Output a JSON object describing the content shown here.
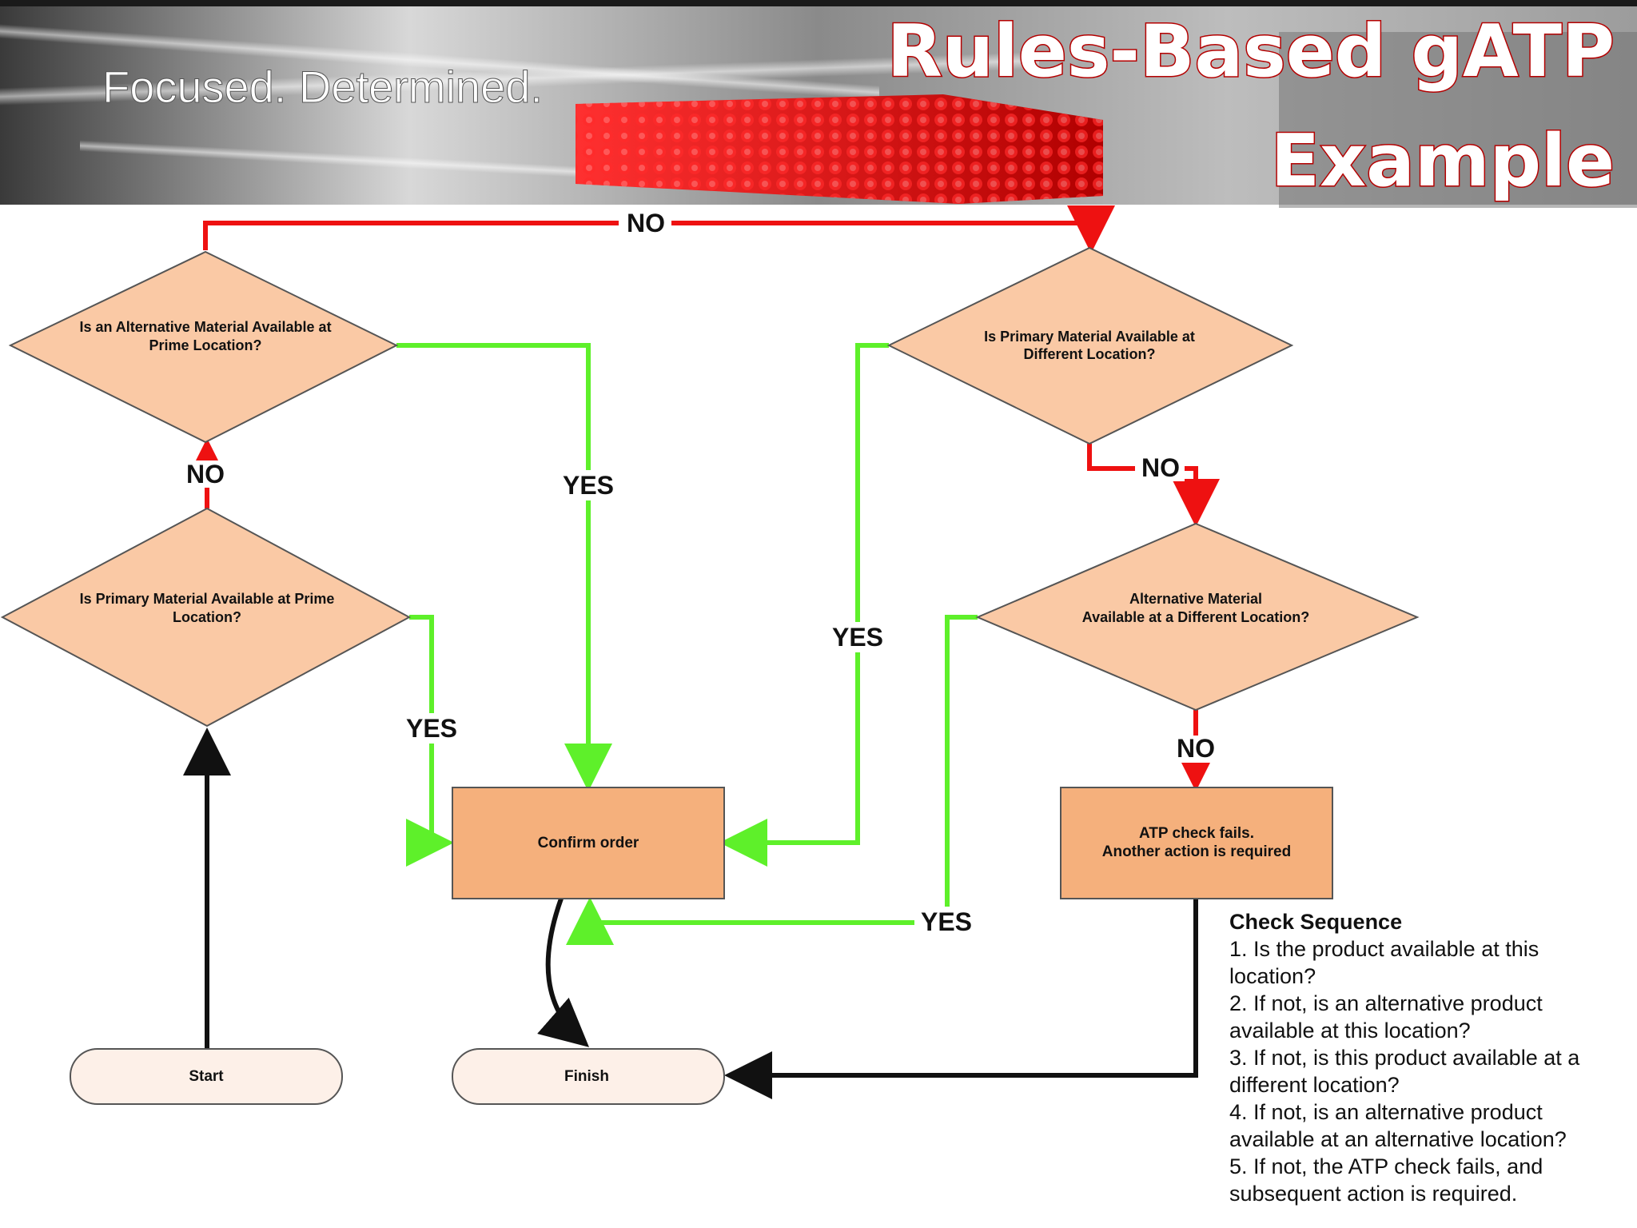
{
  "banner": {
    "slogan": "Focused. Determined.",
    "title_line1": "Rules-Based gATP",
    "title_line2": "Example"
  },
  "nodes": {
    "alt_prime": {
      "line1": "Is an Alternative Material Available at",
      "line2": "Prime Location?"
    },
    "primary_prime": {
      "line1": "Is Primary Material Available at Prime",
      "line2": "Location?"
    },
    "primary_diff": {
      "line1": "Is Primary Material Available at",
      "line2": "Different Location?"
    },
    "alt_diff": {
      "line1": "Alternative Material",
      "line2": "Available at a Different Location?"
    },
    "confirm": "Confirm order",
    "fail": {
      "line1": "ATP check fails.",
      "line2": "Another action is required"
    },
    "start": "Start",
    "finish": "Finish"
  },
  "edges": {
    "yes": "YES",
    "no": "NO"
  },
  "colors": {
    "diamond_fill": "#fac9a5",
    "process_fill": "#f5b07c",
    "terminal_fill": "#fdf0e8",
    "yes_line": "#5ef02a",
    "no_line": "#ee1111",
    "flow_line": "#111111"
  },
  "check_sequence": {
    "title": "Check Sequence",
    "items": [
      "1. Is the product available at this location?",
      "2. If not, is an alternative product available at this location?",
      "3. If not, is this product available at a different location?",
      "4. If not, is an alternative product available at an alternative location?",
      "5. If not, the ATP check fails, and subsequent action is required."
    ]
  }
}
